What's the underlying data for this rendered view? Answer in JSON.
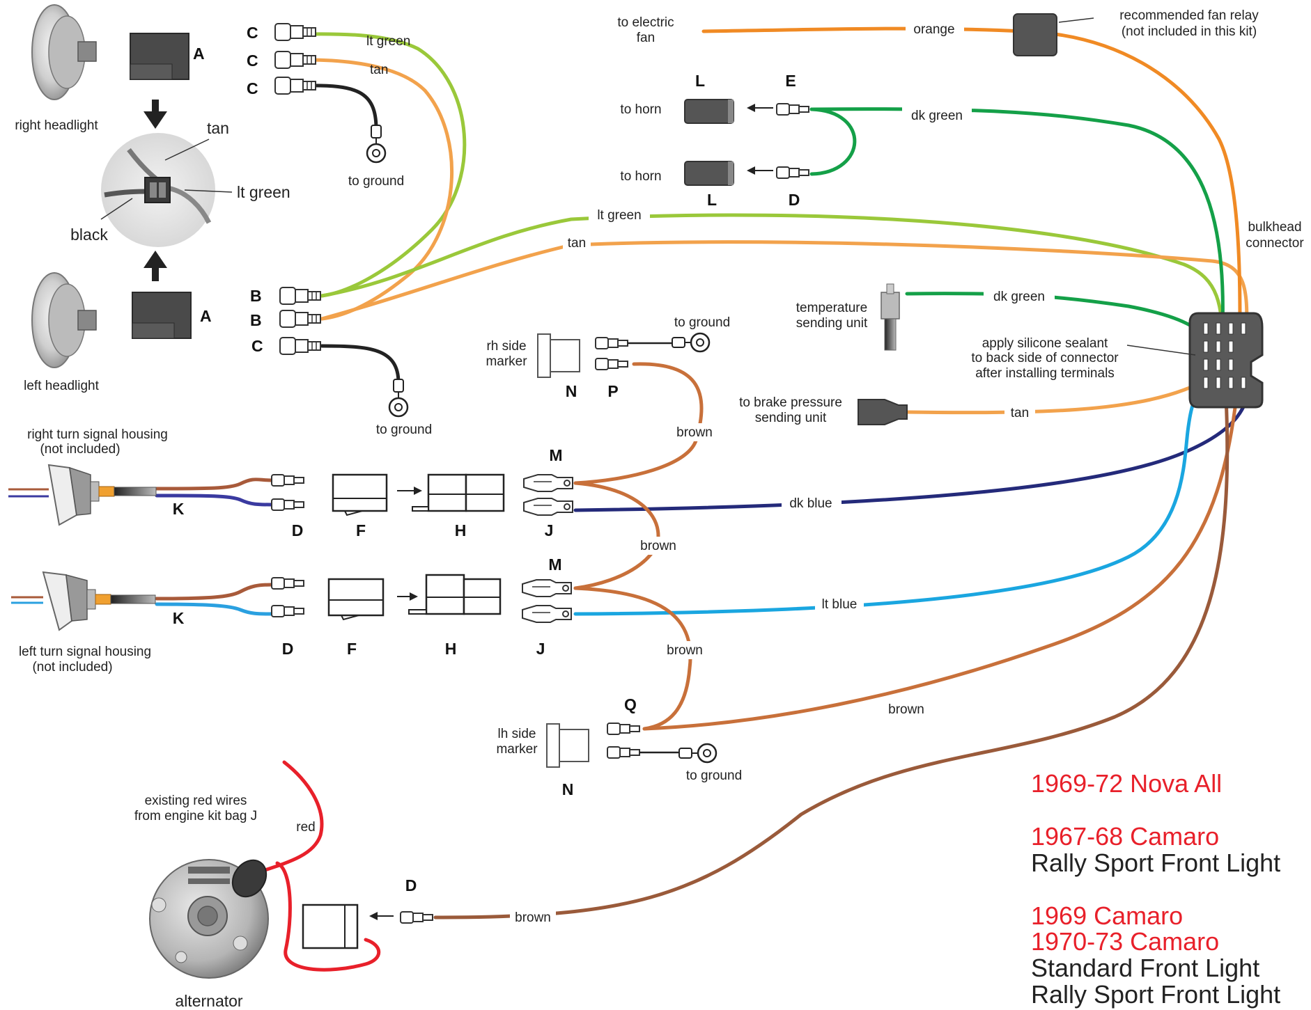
{
  "colors": {
    "lt_green": "#9ac83a",
    "tan": "#f2a24c",
    "black": "#222222",
    "orange": "#f08a24",
    "dk_green": "#14a048",
    "brown": "#c8703a",
    "dark_brown": "#9a5a3a",
    "dk_blue": "#242a7a",
    "lt_blue": "#1aa6e0",
    "red": "#e8202a",
    "legend_red": "#e8202a"
  },
  "headlights": {
    "right_label": "right headlight",
    "left_label": "left headlight",
    "connector_letter": "A"
  },
  "closeup": {
    "tan": "tan",
    "lt_green": "lt green",
    "black": "black"
  },
  "top_connectors": {
    "letters": [
      "C",
      "C",
      "C"
    ],
    "wire_labels": [
      "lt green",
      "tan"
    ],
    "ground": "to ground"
  },
  "lower_connectors": {
    "letters": [
      "B",
      "B",
      "C"
    ],
    "ground": "to ground"
  },
  "fan": {
    "to_fan": "to electric fan",
    "wire": "orange",
    "relay": "recommended fan relay (not included in this kit)"
  },
  "horn": {
    "to_horn": "to horn",
    "letter_L": "L",
    "letter_E": "E",
    "letter_D": "D",
    "wire": "dk green"
  },
  "main_wires": {
    "lt_green": "lt green",
    "tan": "tan"
  },
  "bulkhead": {
    "label": "bulkhead connector",
    "sealant": "apply silicone sealant to back side of connector after installing terminals"
  },
  "temp": {
    "label": "temperature sending unit",
    "wire": "dk green"
  },
  "brake": {
    "label": "to brake pressure sending unit",
    "wire": "tan"
  },
  "rh_marker": {
    "label": "rh side marker",
    "letter_N": "N",
    "letter_P": "P",
    "ground": "to ground",
    "wire": "brown"
  },
  "lh_marker": {
    "label": "lh side marker",
    "letter_N": "N",
    "letter_Q": "Q",
    "ground": "to ground",
    "wire": "brown"
  },
  "right_turn": {
    "label": "right turn signal housing (not included)",
    "letters": [
      "K",
      "D",
      "F",
      "H",
      "M",
      "J"
    ],
    "brown": "brown",
    "blue": "dk blue"
  },
  "left_turn": {
    "label": "left turn signal housing (not included)",
    "letters": [
      "K",
      "D",
      "F",
      "H",
      "M",
      "J"
    ],
    "brown": "brown",
    "blue": "lt blue"
  },
  "alternator": {
    "label": "alternator",
    "existing": "existing red wires from engine kit bag J",
    "red": "red",
    "letter_D": "D",
    "wire": "brown"
  },
  "legend": [
    {
      "text": "1969-72 Nova All",
      "red": true
    },
    {
      "text": "1967-68 Camaro",
      "red": true
    },
    {
      "text": "Rally Sport Front Light",
      "red": false
    },
    {
      "text": "1969 Camaro",
      "red": true
    },
    {
      "text": "1970-73 Camaro",
      "red": true
    },
    {
      "text": "Standard Front Light",
      "red": false
    },
    {
      "text": "Rally Sport Front Light",
      "red": false
    }
  ]
}
